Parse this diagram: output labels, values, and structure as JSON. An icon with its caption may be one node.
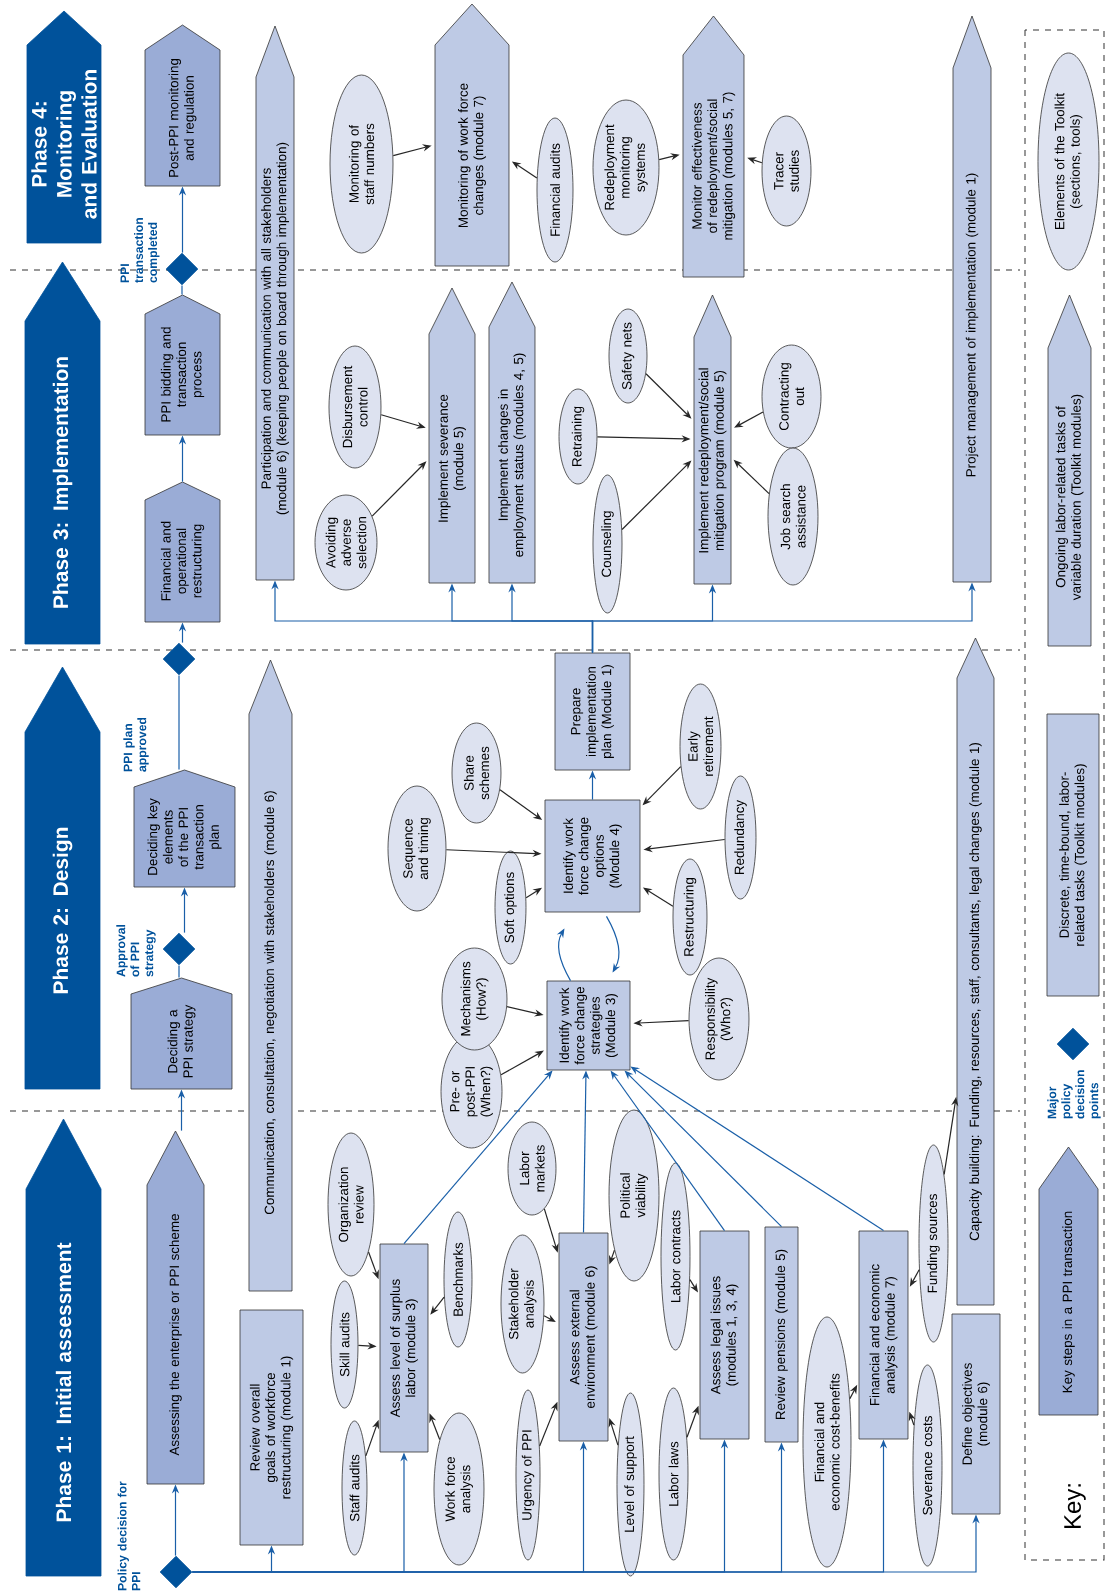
{
  "diagram": {
    "nodes": [
      {
        "text": [
          "Phase 1:  Initial assessment"
        ]
      },
      {
        "text": [
          "Phase 2:  Design"
        ]
      },
      {
        "text": [
          "Phase 3: Implementation"
        ]
      },
      {
        "text": [
          "Phase 4: Monitoring and Evaluation"
        ]
      },
      {
        "text": [],
        "shape": "diamond"
      },
      {
        "text": [
          "Assessing the enterprise or PPI scheme"
        ]
      },
      {
        "text": [
          "Deciding a PPI strategy"
        ]
      },
      {
        "text": [],
        "shape": "diamond"
      },
      {
        "text": [
          "Deciding key elements of the PPI transaction plan"
        ]
      },
      {
        "text": [],
        "shape": "diamond"
      },
      {
        "text": [
          "Financial and operational restructuring"
        ]
      },
      {
        "text": [
          "PPI bidding and transaction process"
        ]
      },
      {
        "text": [],
        "shape": "diamond"
      },
      {
        "text": [
          "Post-PPI monitoring and regulation"
        ]
      },
      {
        "text": [
          "Communication, consultation, negotiation with stakeholders (module 6)"
        ]
      },
      {
        "text": [
          "Participation and communication with all stakeholders (module 6) (keeping people on board through implementation)"
        ]
      },
      {
        "text": [
          "Review overall goals of workforce restructuring (module 1)"
        ]
      },
      {
        "text": [
          "Project management of implementation (module 1)"
        ]
      },
      {
        "text": [
          "Capacity building: Funding, resources, staff, consultants, legal changes (module 1)"
        ]
      },
      {
        "text": [
          "Organization review"
        ]
      },
      {
        "text": [
          "Skill audits"
        ]
      },
      {
        "text": [
          "Assess level of surplus labor (module 3)"
        ]
      },
      {
        "text": [
          "Benchmarks"
        ]
      },
      {
        "text": [
          "Staff audits"
        ]
      },
      {
        "text": [
          "Work force analysis"
        ]
      },
      {
        "text": [
          "Urgency of PPI"
        ]
      },
      {
        "text": [
          "Stakeholder analysis"
        ]
      },
      {
        "text": [
          "Labor markets"
        ]
      },
      {
        "text": [
          "Pre- or post-PPI (When?)"
        ]
      },
      {
        "text": [
          "Assess external environment (module 6)"
        ]
      },
      {
        "text": [
          "Political viability"
        ]
      },
      {
        "text": [
          "Level of support"
        ]
      },
      {
        "text": [
          "Labor contracts"
        ]
      },
      {
        "text": [
          "Labor laws"
        ]
      },
      {
        "text": [
          "Assess legal issues (modules 1, 3, 4)"
        ]
      },
      {
        "text": [
          "Review pensions (module 5)"
        ]
      },
      {
        "text": [
          "Financial and economic cost-benefits"
        ]
      },
      {
        "text": [
          "Financial and economic analysis (module 7)"
        ]
      },
      {
        "text": [
          "Funding sources"
        ]
      },
      {
        "text": [
          "Severance costs"
        ]
      },
      {
        "text": [
          "Define objectives (module 6)"
        ]
      },
      {
        "text": [
          "Identify work force change strategies (Module 3)"
        ]
      },
      {
        "text": [
          "Identify work force change options (Module 4)"
        ]
      },
      {
        "text": [
          "Prepare implementation plan (Module 1)"
        ]
      },
      {
        "text": [
          "Mechanisms (How?)"
        ]
      },
      {
        "text": [
          "Soft options"
        ]
      },
      {
        "text": [
          "Sequence and timing"
        ]
      },
      {
        "text": [
          "Share schemes"
        ]
      },
      {
        "text": [
          "Early retirement"
        ]
      },
      {
        "text": [
          "Redundancy"
        ]
      },
      {
        "text": [
          "Restructuring"
        ]
      },
      {
        "text": [
          "Responsibility (Who?)"
        ]
      },
      {
        "text": [
          "Avoiding adverse selection"
        ]
      },
      {
        "text": [
          "Disbursement control"
        ]
      },
      {
        "text": [
          "Implement severance (module 5)"
        ]
      },
      {
        "text": [
          "Implement changes in employment status (modules 4, 5)"
        ]
      },
      {
        "text": [
          "Counseling"
        ]
      },
      {
        "text": [
          "Retraining"
        ]
      },
      {
        "text": [
          "Safety nets"
        ]
      },
      {
        "text": [
          "Implement redeployment/social mitigation program (module 5)"
        ]
      },
      {
        "text": [
          "Contracting out"
        ]
      },
      {
        "text": [
          "Job search assistance"
        ]
      },
      {
        "text": [
          "Monitoring of staff numbers"
        ]
      },
      {
        "text": [
          "Monitoring of work force changes (module 7)"
        ]
      },
      {
        "text": [
          "Financial audits"
        ]
      },
      {
        "text": [
          "Redeployment monitoring systems"
        ]
      },
      {
        "text": [
          "Monitor effectiveness of redeployment/social mitigation (modules 5, 7)"
        ]
      },
      {
        "text": [
          "Tracer studies"
        ]
      },
      {
        "text": [
          "Elements of the Toolkit (sections, tools)"
        ]
      },
      {
        "text": [
          "Ongoing labor-related tasks of variable duration (Toolkit modules)"
        ]
      },
      {
        "text": [
          "Discrete, time-bound, labor-related tasks (Toolkit modules)"
        ]
      },
      {
        "text": [],
        "shape": "diamond"
      },
      {
        "text": [
          "Key steps in a PPI transaction"
        ]
      }
    ],
    "edges": [
      {
        "from": 4,
        "to": 5,
        "arrow": "to",
        "color": "#1a5fa8"
      },
      {
        "from": 5,
        "to": 6,
        "arrow": "to",
        "color": "#1a5fa8"
      },
      {
        "from": 6,
        "to": 7,
        "arrow": "none",
        "color": "#1a5fa8"
      },
      {
        "from": 7,
        "to": 8,
        "arrow": "to",
        "color": "#1a5fa8"
      },
      {
        "from": 8,
        "to": 9,
        "arrow": "none",
        "color": "#1a5fa8"
      },
      {
        "from": 9,
        "to": 10,
        "arrow": "to",
        "color": "#1a5fa8"
      },
      {
        "from": 10,
        "to": 11,
        "arrow": "to",
        "color": "#1a5fa8"
      },
      {
        "from": 11,
        "to": 12,
        "arrow": "none",
        "color": "#1a5fa8"
      },
      {
        "from": 12,
        "to": 13,
        "arrow": "to",
        "color": "#1a5fa8"
      },
      {
        "from": 4,
        "to": 16,
        "arrow": "to",
        "color": "#1a5fa8"
      },
      {
        "from": 4,
        "to": 21,
        "arrow": "to",
        "color": "#1a5fa8"
      },
      {
        "from": 4,
        "to": 29,
        "arrow": "to",
        "color": "#1a5fa8"
      },
      {
        "from": 4,
        "to": 34,
        "arrow": "to",
        "color": "#1a5fa8"
      },
      {
        "from": 4,
        "to": 35,
        "arrow": "to",
        "color": "#1a5fa8"
      },
      {
        "from": 4,
        "to": 37,
        "arrow": "to",
        "color": "#1a5fa8"
      },
      {
        "from": 4,
        "to": 40,
        "arrow": "to",
        "color": "#1a5fa8"
      },
      {
        "from": 21,
        "to": 41,
        "arrow": "to",
        "color": "#1a5fa8"
      },
      {
        "from": 29,
        "to": 41,
        "arrow": "to",
        "color": "#1a5fa8"
      },
      {
        "from": 34,
        "to": 41,
        "arrow": "to",
        "color": "#1a5fa8"
      },
      {
        "from": 35,
        "to": 41,
        "arrow": "to",
        "color": "#1a5fa8"
      },
      {
        "from": 37,
        "to": 41,
        "arrow": "to",
        "color": "#1a5fa8"
      },
      {
        "from": 41,
        "to": 42,
        "arrow": "to",
        "color": "#1a5fa8"
      },
      {
        "from": 42,
        "to": 41,
        "arrow": "to",
        "color": "#1a5fa8"
      },
      {
        "from": 42,
        "to": 43,
        "arrow": "to",
        "color": "#1a5fa8"
      },
      {
        "from": 43,
        "to": 15,
        "arrow": "to",
        "color": "#1a5fa8"
      },
      {
        "from": 43,
        "to": 54,
        "arrow": "to",
        "color": "#1a5fa8"
      },
      {
        "from": 43,
        "to": 55,
        "arrow": "to",
        "color": "#1a5fa8"
      },
      {
        "from": 43,
        "to": 59,
        "arrow": "to",
        "color": "#1a5fa8"
      },
      {
        "from": 43,
        "to": 17,
        "arrow": "to",
        "color": "#1a5fa8"
      },
      {
        "from": 19,
        "to": 21,
        "arrow": "to"
      },
      {
        "from": 20,
        "to": 21,
        "arrow": "to"
      },
      {
        "from": 23,
        "to": 21,
        "arrow": "to"
      },
      {
        "from": 22,
        "to": 21,
        "arrow": "to"
      },
      {
        "from": 24,
        "to": 21,
        "arrow": "to"
      },
      {
        "from": 25,
        "to": 29,
        "arrow": "to"
      },
      {
        "from": 26,
        "to": 29,
        "arrow": "to"
      },
      {
        "from": 27,
        "to": 29,
        "arrow": "to"
      },
      {
        "from": 30,
        "to": 29,
        "arrow": "to"
      },
      {
        "from": 31,
        "to": 29,
        "arrow": "to"
      },
      {
        "from": 32,
        "to": 34,
        "arrow": "to"
      },
      {
        "from": 33,
        "to": 34,
        "arrow": "to"
      },
      {
        "from": 36,
        "to": 37,
        "arrow": "to"
      },
      {
        "from": 38,
        "to": 37,
        "arrow": "to"
      },
      {
        "from": 39,
        "to": 37,
        "arrow": "to"
      },
      {
        "from": 38,
        "to": 18,
        "arrow": "to"
      },
      {
        "from": 28,
        "to": 41,
        "arrow": "to"
      },
      {
        "from": 44,
        "to": 41,
        "arrow": "to"
      },
      {
        "from": 51,
        "to": 41,
        "arrow": "to"
      },
      {
        "from": 45,
        "to": 42,
        "arrow": "to"
      },
      {
        "from": 46,
        "to": 42,
        "arrow": "to"
      },
      {
        "from": 47,
        "to": 42,
        "arrow": "to"
      },
      {
        "from": 48,
        "to": 42,
        "arrow": "to"
      },
      {
        "from": 49,
        "to": 42,
        "arrow": "to"
      },
      {
        "from": 50,
        "to": 42,
        "arrow": "to"
      },
      {
        "from": 52,
        "to": 54,
        "arrow": "to"
      },
      {
        "from": 53,
        "to": 54,
        "arrow": "to"
      },
      {
        "from": 56,
        "to": 59,
        "arrow": "to"
      },
      {
        "from": 57,
        "to": 59,
        "arrow": "to"
      },
      {
        "from": 58,
        "to": 59,
        "arrow": "to"
      },
      {
        "from": 60,
        "to": 59,
        "arrow": "to"
      },
      {
        "from": 61,
        "to": 59,
        "arrow": "to"
      },
      {
        "from": 62,
        "to": 63,
        "arrow": "to"
      },
      {
        "from": 64,
        "to": 63,
        "arrow": "to"
      },
      {
        "from": 65,
        "to": 66,
        "arrow": "to"
      },
      {
        "from": 67,
        "to": 66,
        "arrow": "to"
      }
    ],
    "labels": [
      "Policy decision for PPI",
      "Approval of PPI strategy",
      "PPI plan approved",
      "PPI transaction completed",
      "Major policy decision points",
      "Key:"
    ]
  }
}
